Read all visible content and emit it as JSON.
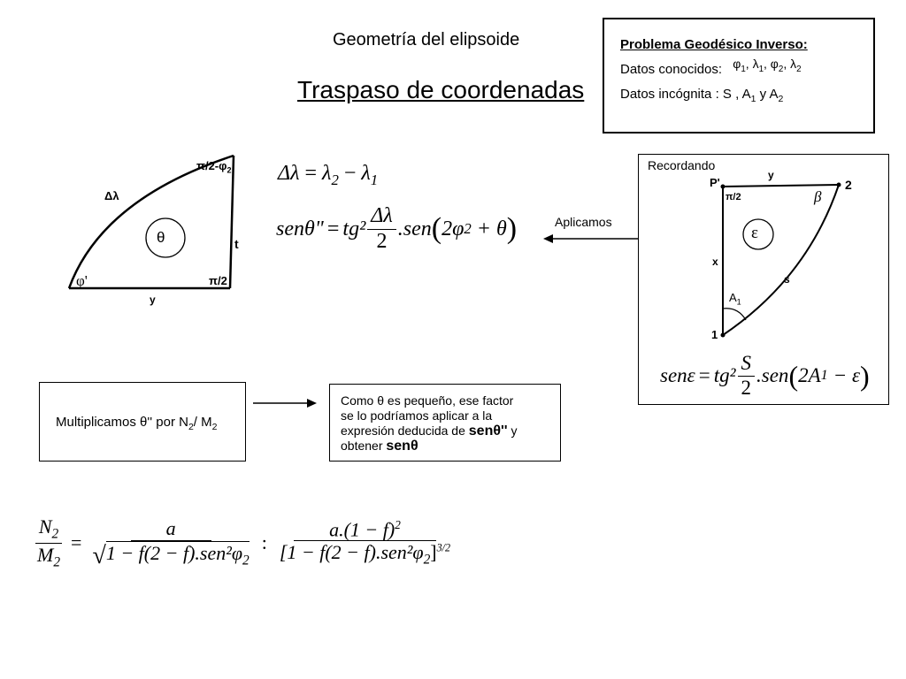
{
  "header": {
    "subtitle": "Geometría del elipsoide",
    "title": "Traspaso de coordenadas"
  },
  "problem_box": {
    "heading": "Problema Geodésico Inverso:",
    "known_label": "Datos conocidos:",
    "known_phi1": "φ",
    "known_sub1": "1",
    "known_lam1": "λ",
    "known_sub2": "1",
    "known_phi2": "φ",
    "known_sub3": "2",
    "known_lam2": "λ",
    "known_sub4": "2",
    "unknown_label": "Datos incógnita :",
    "unknown_s": "S ,",
    "unknown_a1": "A",
    "unknown_a1_sub": "1",
    "unknown_and": "y",
    "unknown_a2": "A",
    "unknown_a2_sub": "2"
  },
  "sector_figure": {
    "label_top_angle": "π/2-φ",
    "label_top_angle_sub": "2",
    "label_arc": "Δλ",
    "label_center": "θ",
    "label_right_side": "t",
    "label_bottom_angle": "π/2",
    "label_left_angle": "φ'",
    "label_bottom_side": "y"
  },
  "formulas": {
    "delta_lambda": {
      "lhs": "Δλ",
      "equals": "=",
      "l2": "λ",
      "l2_sub": "2",
      "minus": "−",
      "l1": "λ",
      "l1_sub": "1"
    },
    "sen_theta": {
      "lhs": "senθ\"",
      "equals": "=",
      "tg": "tg²",
      "num": "Δλ",
      "den": "2",
      "sen": ".sen",
      "lparen": "(",
      "phi_expr": "2φ",
      "phi_sub": "2",
      "plus_theta": "+ θ",
      "rparen": ")"
    }
  },
  "aplicamos_label": "Aplicamos",
  "recordando_box": {
    "title": "Recordando",
    "label_p": "P'",
    "label_y": "y",
    "label_2": "2",
    "label_pi2": "π/2",
    "label_beta": "β",
    "label_epsilon": "ε",
    "label_x": "x",
    "label_s": "s",
    "label_a1": "A",
    "label_a1_sub": "1",
    "label_1": "1",
    "formula": {
      "lhs": "senε",
      "equals": "=",
      "tg": "tg²",
      "num": "S",
      "den": "2",
      "sen": ".sen",
      "lparen": "(",
      "inner": "2A",
      "inner_sub": "1",
      "minus_eps": "− ε",
      "rparen": ")"
    }
  },
  "multiplicamos_box": {
    "text": "Multiplicamos θ'' por N",
    "n_sub": "2",
    "slash": "/ M",
    "m_sub": "2"
  },
  "note_box": {
    "line1": "Como θ es pequeño, ese factor",
    "line2": "se lo podríamos aplicar a la",
    "line3": "expresión deducida de",
    "bold1": "senθ''",
    "and": "y",
    "line4": "obtener",
    "bold2": "senθ"
  },
  "bottom_formula": {
    "lhs_num": "N",
    "lhs_num_sub": "2",
    "lhs_den": "M",
    "lhs_den_sub": "2",
    "equals": "=",
    "f1_num": "a",
    "f1_den": "1 − f(2 − f).sen²φ",
    "f1_den_sub": "2",
    "colon": ":",
    "f2_num": "a.(1 − f)",
    "f2_num_sup": "2",
    "f2_den": "[1 − f(2 − f).sen²φ",
    "f2_den_sub": "2",
    "f2_den_close": "]",
    "f2_den_sup": "3/2"
  }
}
